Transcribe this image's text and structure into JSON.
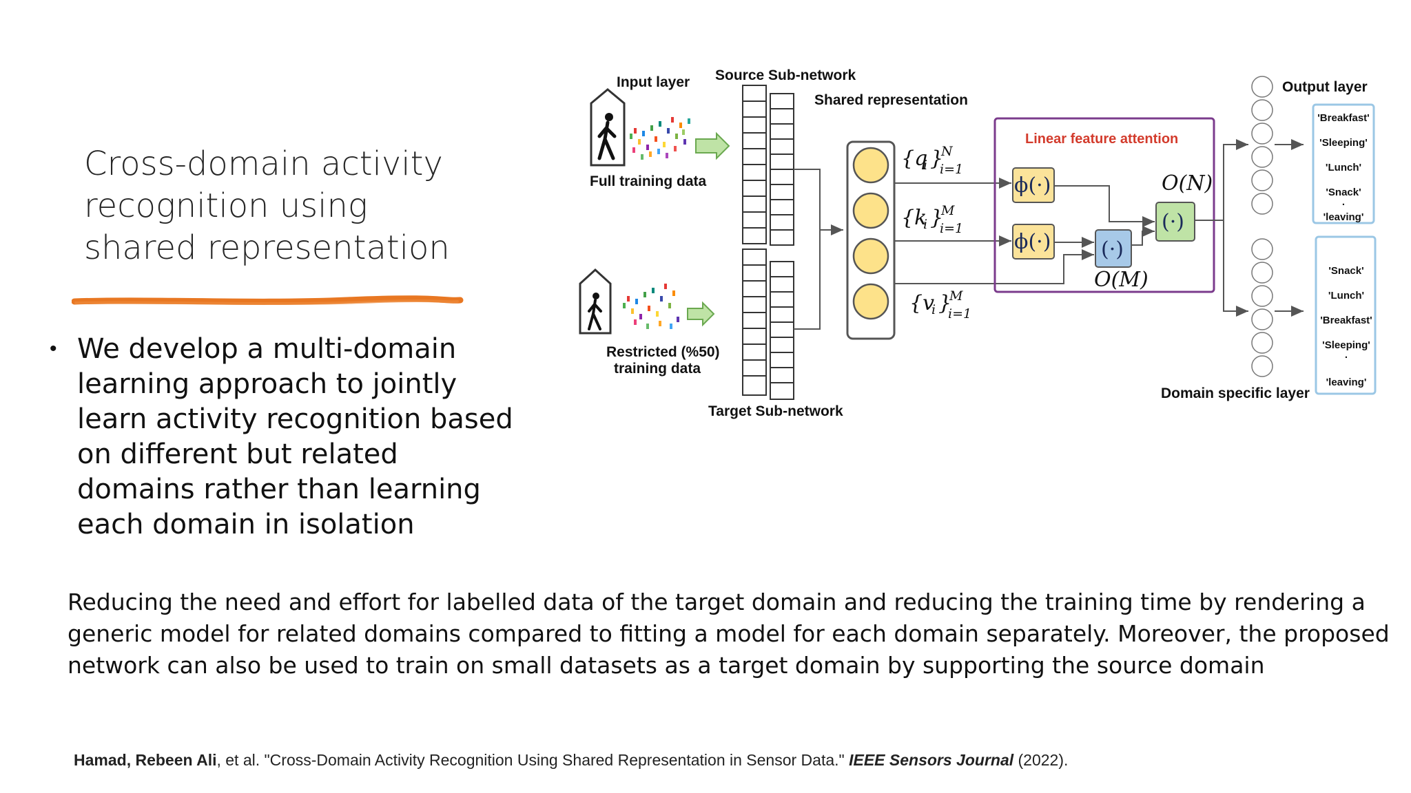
{
  "slide": {
    "title_lines": [
      "Cross-domain activity",
      "recognition using",
      "shared representation"
    ],
    "bullet_lines": [
      "We develop a multi-domain",
      "learning approach to jointly",
      "learn activity recognition based",
      "on different but related",
      "domains rather than learning",
      "each domain in isolation"
    ],
    "summary_lines": [
      "Reducing  the need and effort for labelled data of the target domain and  reducing the training time by rendering a",
      "generic model for related domains compared to fitting a model for each domain separately.  Moreover, the proposed",
      "network can also be used to train on small datasets as a target domain by supporting the source domain"
    ],
    "citation": {
      "authors_bold": "Hamad, Rebeen Ali",
      "middle": ", et al. \"Cross-Domain Activity Recognition Using Shared Representation in Sensor Data.\" ",
      "journal": "IEEE Sensors Journal",
      "year": " (2022)."
    }
  },
  "diagram": {
    "input_layer": "Input layer",
    "source_subnetwork": "Source Sub-network",
    "shared_representation": "Shared representation",
    "full_training_data": "Full training data",
    "restricted_line1": "Restricted (%50)",
    "restricted_line2": "training data",
    "target_subnetwork": "Target Sub-network",
    "attention_title": "Linear feature attention",
    "output_layer": "Output layer",
    "domain_specific_layer": "Domain specific layer",
    "q_set": "{q",
    "k_set": "{k",
    "v_set": "{v",
    "phi": "ϕ(·)",
    "dot": "(·)",
    "complexity_n": "O(N)",
    "complexity_m": "O(M)",
    "output_classes": [
      "'Breakfast'",
      "'Sleeping'",
      "'Lunch'",
      "'Snack'",
      "'leaving'"
    ],
    "domain_classes": [
      "'Snack'",
      "'Lunch'",
      "'Breakfast'",
      "'Sleeping'",
      "'leaving'"
    ],
    "colors": {
      "attention_border": "#7b3b8c",
      "attention_title": "#d33b2c",
      "circle_fill": "#fde28a",
      "phi_fill": "#fbe39a",
      "blue_fill": "#a7c9e8",
      "green_fill": "#bfe3a6",
      "class_box_border": "#9bc7e5",
      "underline": "#e87722"
    }
  }
}
